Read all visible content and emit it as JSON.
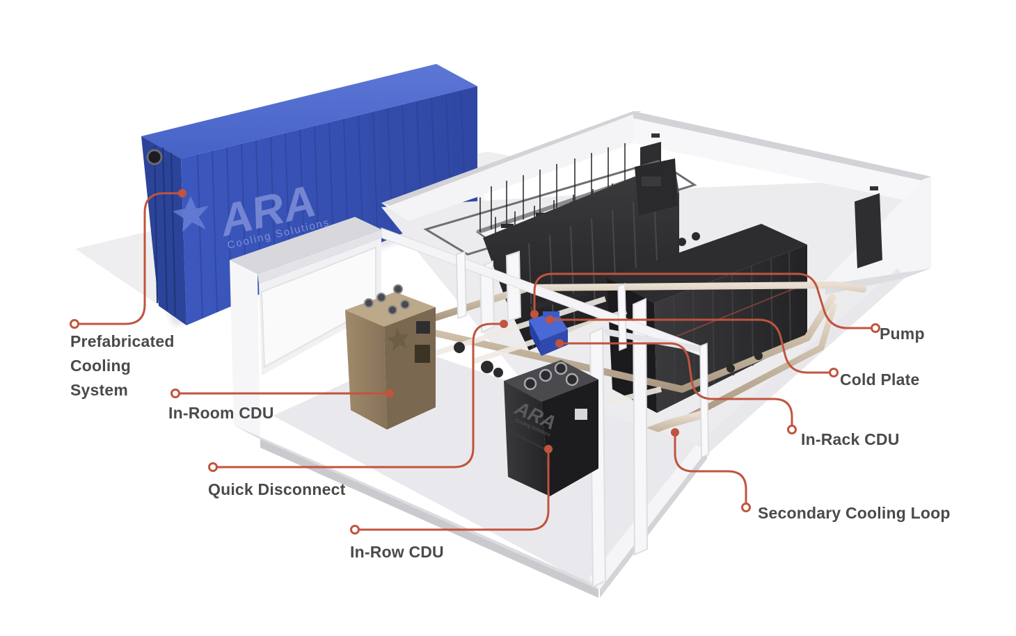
{
  "colors": {
    "accent": "#c0543e",
    "label_text": "#4a4a4a",
    "container_blue": "#3550b5",
    "rack_black": "#2a2a2a",
    "inroom_tan": "#8e7a5e",
    "wall": "#f1f1f3",
    "floor": "#ececef"
  },
  "branding": {
    "container_logo": "ARA",
    "container_tagline": "Cooling Solutions",
    "inrow_logo": "ARA",
    "inrow_tagline": "Cooling Solutions"
  },
  "callouts": {
    "prefab_line1": "Prefabricated",
    "prefab_line2": "Cooling",
    "prefab_line3": "System",
    "in_room_cdu": "In-Room CDU",
    "quick_disconnect": "Quick Disconnect",
    "in_row_cdu": "In-Row CDU",
    "pump": "Pump",
    "cold_plate": "Cold Plate",
    "in_rack_cdu": "In-Rack CDU",
    "secondary_loop": "Secondary Cooling Loop"
  }
}
